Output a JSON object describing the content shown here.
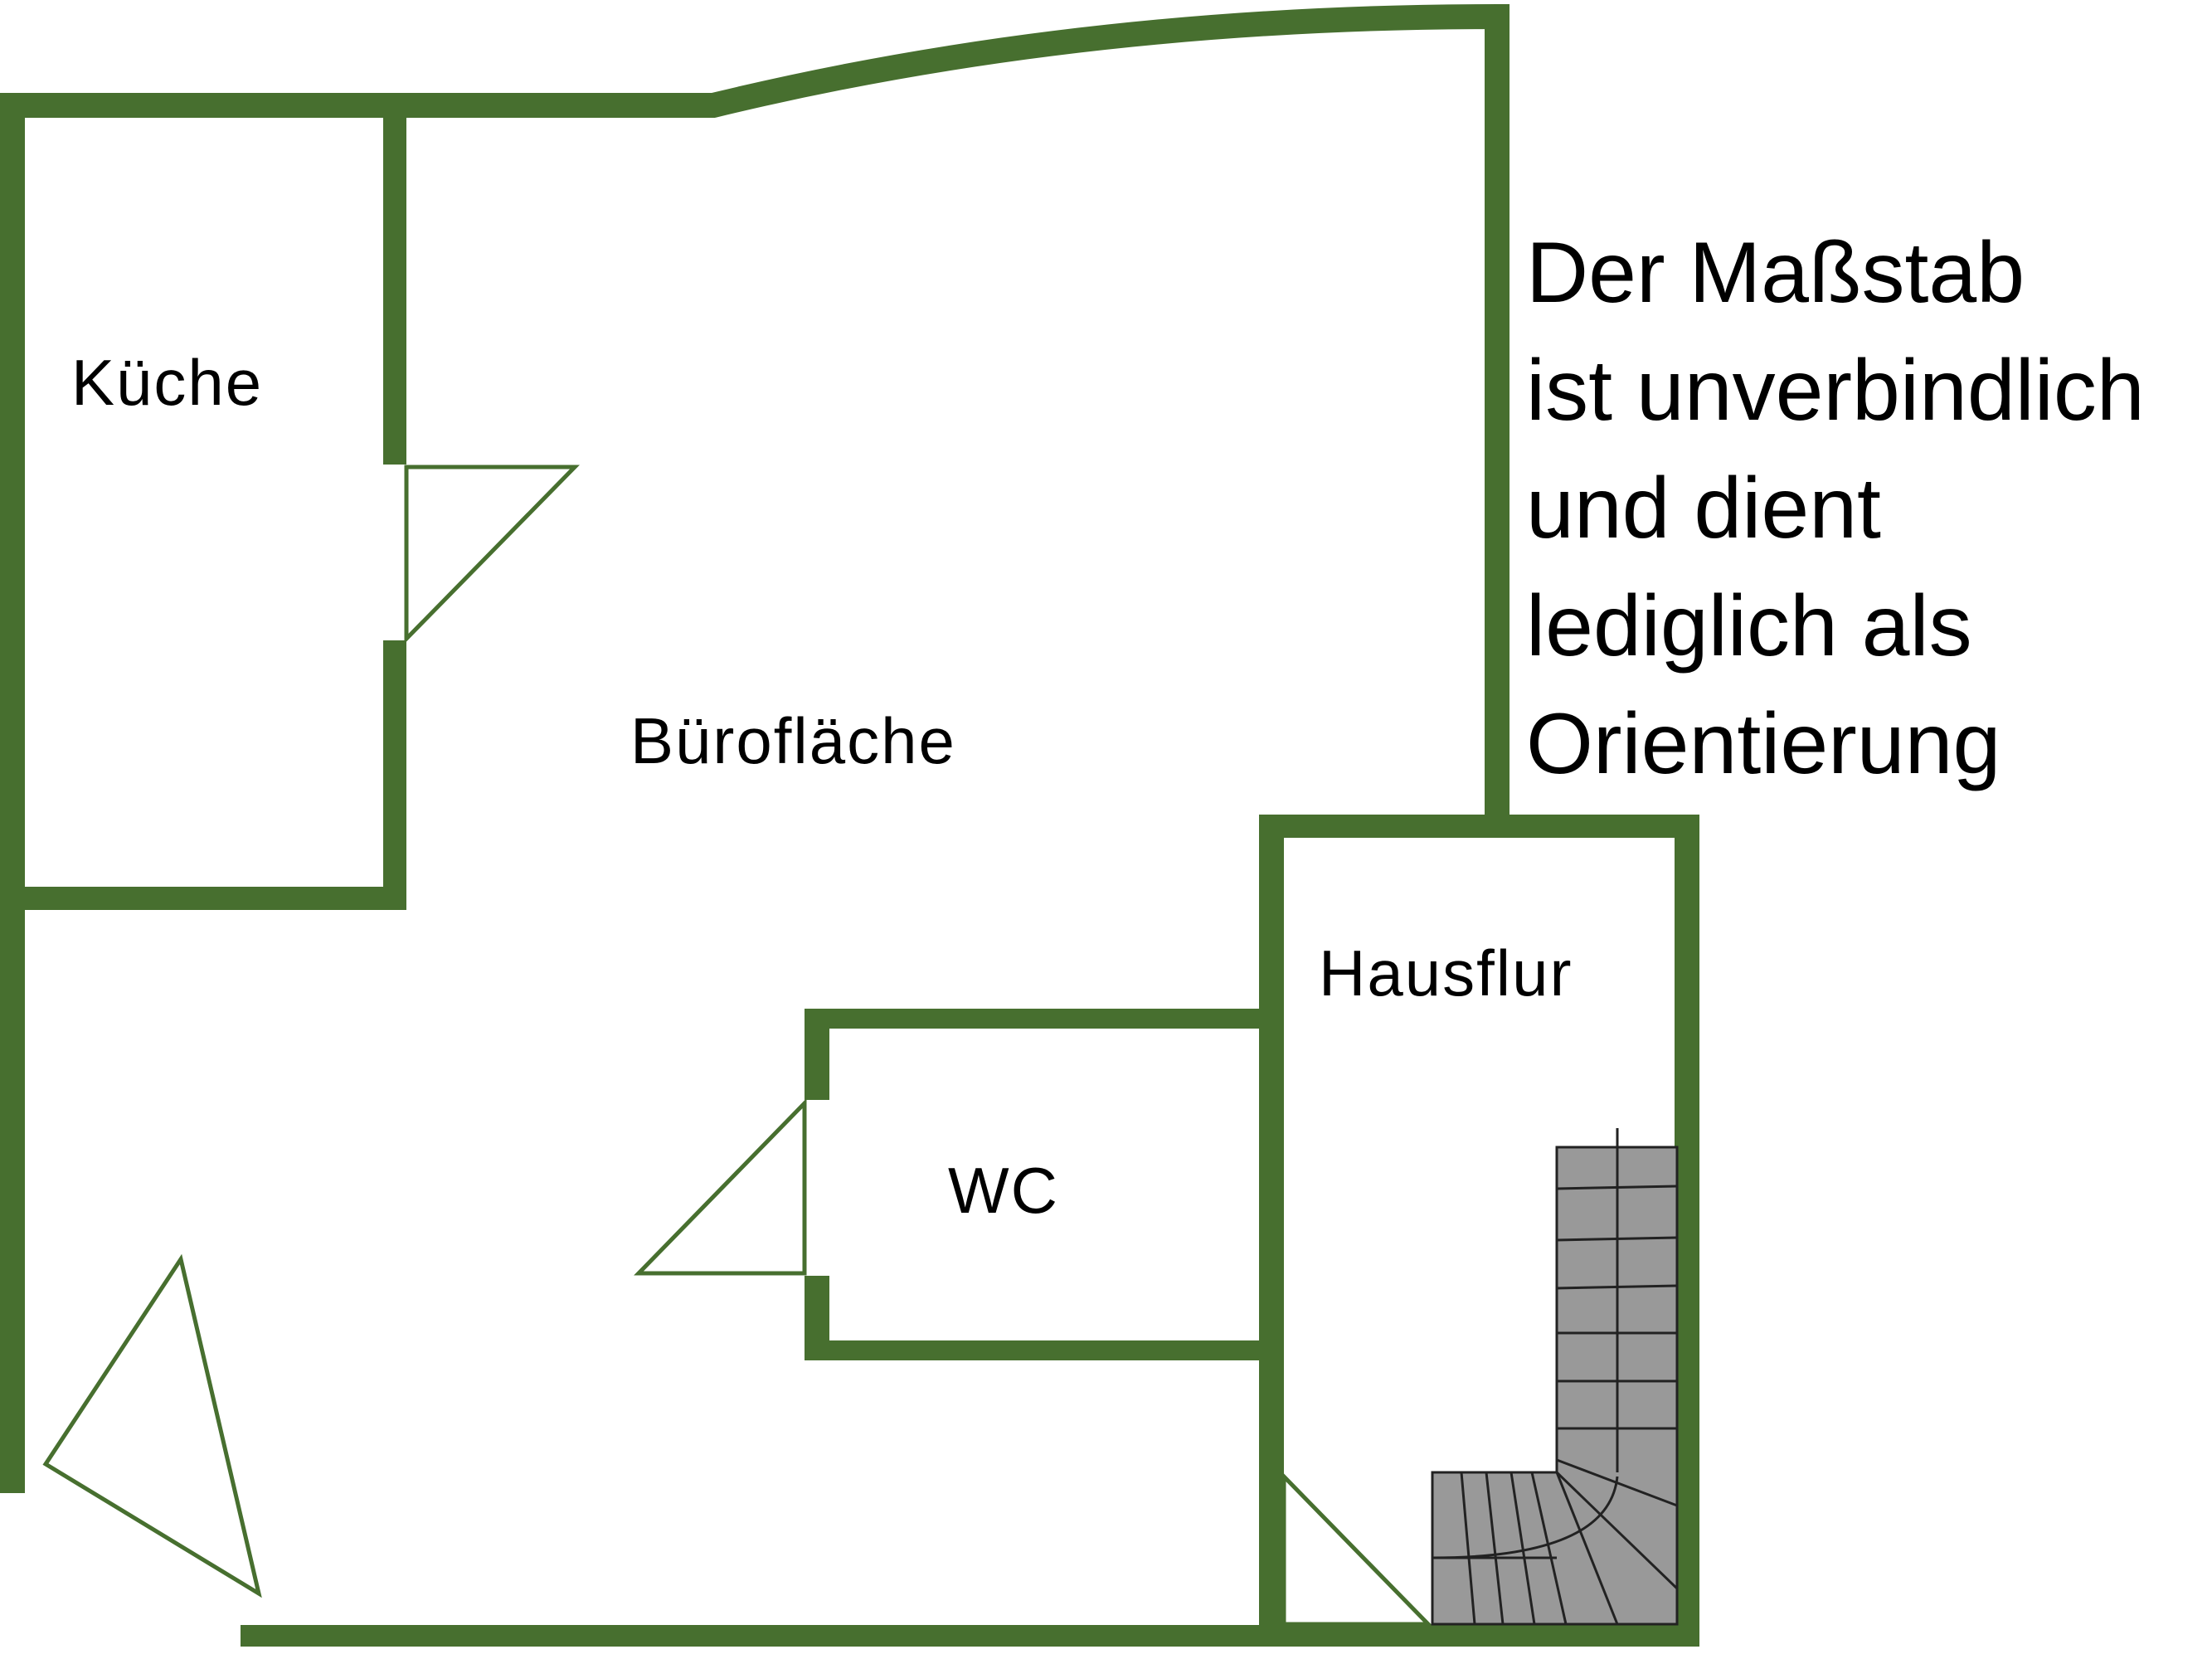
{
  "rooms": {
    "kitchen": "Küche",
    "office": "Bürofläche",
    "wc": "WC",
    "hallway": "Hausflur"
  },
  "note": {
    "lines": [
      "Der Maßstab",
      "ist unverbindlich",
      "und dient",
      "lediglich als",
      "Orientierung"
    ]
  },
  "colors": {
    "wall": "#476f2f",
    "stairs": "#999999",
    "text": "#000000"
  }
}
